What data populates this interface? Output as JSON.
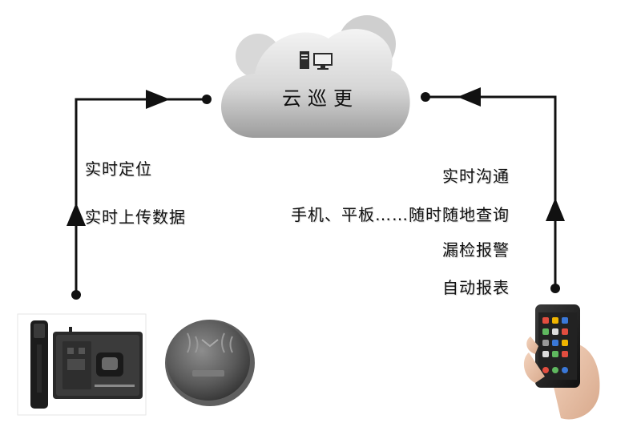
{
  "cloud": {
    "title": "云巡更",
    "icon": "computer-icon"
  },
  "left_labels": [
    "实时定位",
    "实时上传数据"
  ],
  "right_labels": [
    "实时沟通",
    "手机、平板……随时随地查询",
    "漏检报警",
    "自动报表"
  ],
  "devices": {
    "reader": "patrol-reader-device",
    "checkpoint": "checkpoint-button",
    "phone": "smartphone-in-hand"
  },
  "colors": {
    "line": "#111111",
    "cloud_light": "#f2f2f2",
    "cloud_dark": "#9a9a9a",
    "cloud_back": "#cfcfcf"
  }
}
